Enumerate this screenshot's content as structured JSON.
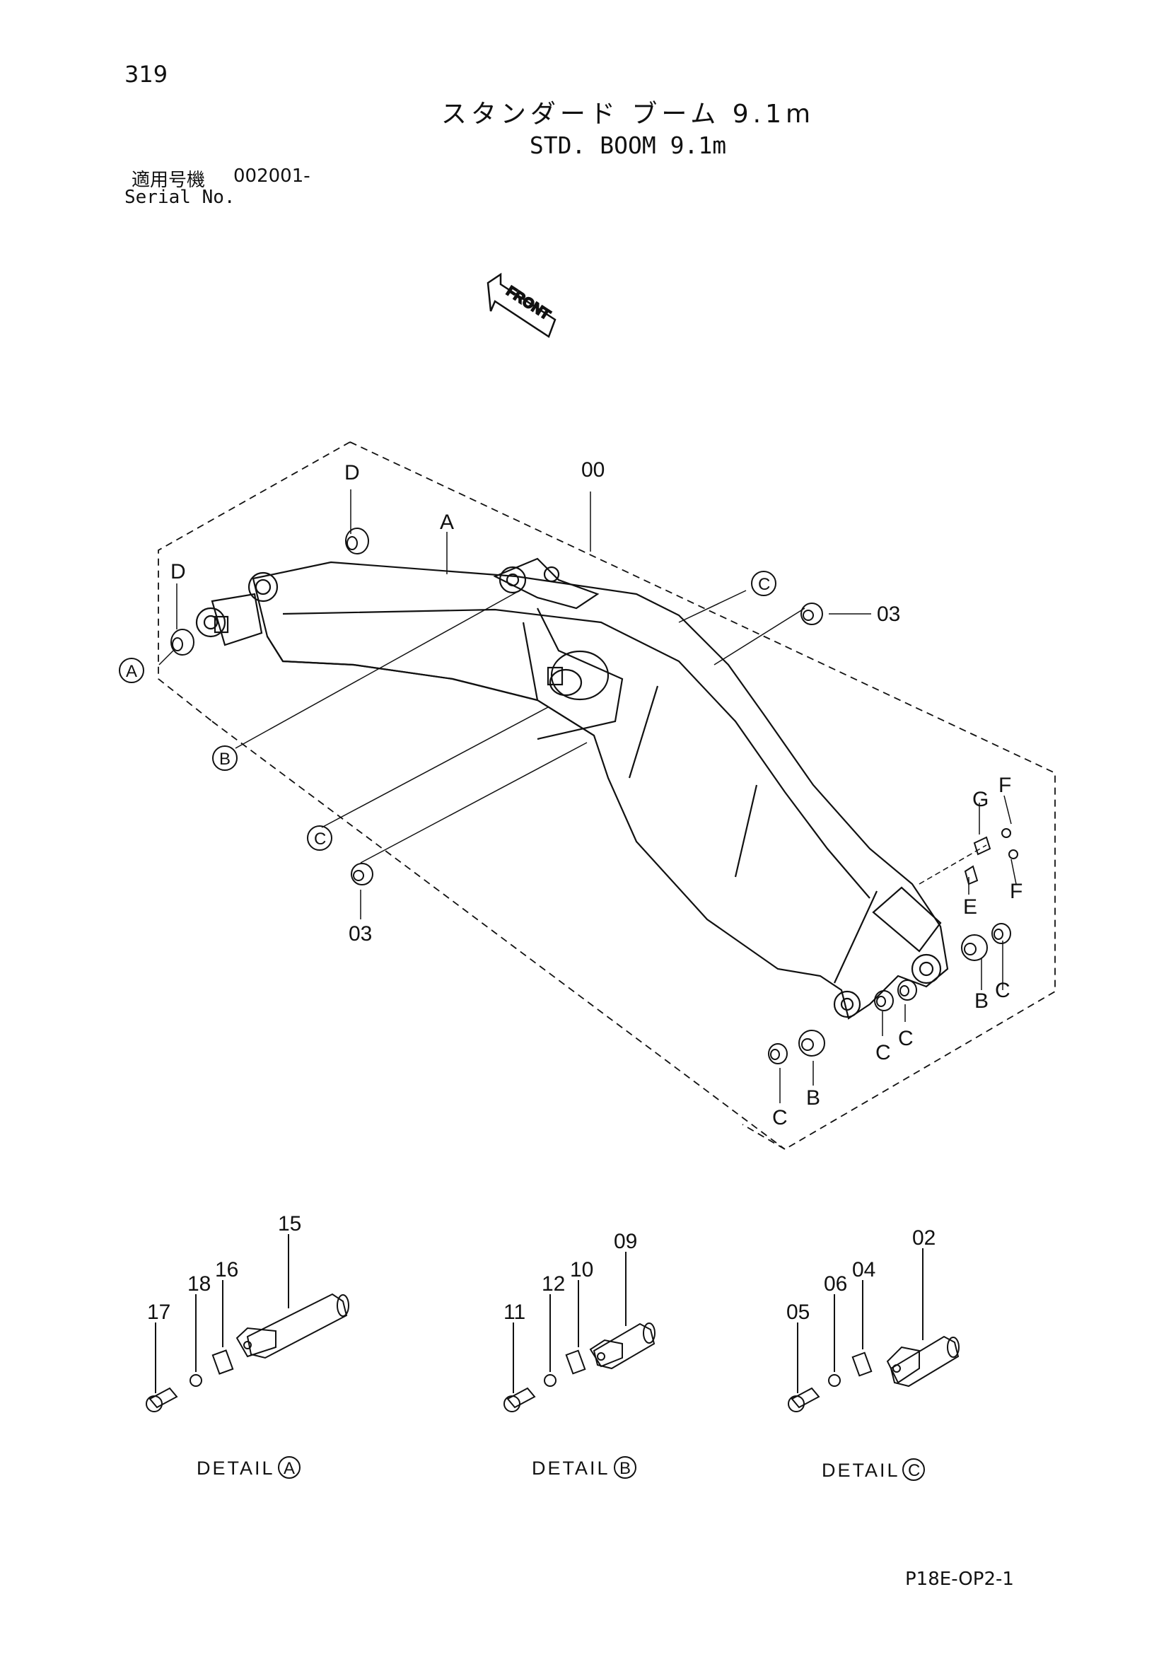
{
  "header": {
    "page_number": "319",
    "title_jp": "スタンダード ブーム 9.1m",
    "title_en": "STD. BOOM 9.1m",
    "serial_label_jp": "適用号機",
    "serial_value": "002001-",
    "serial_label_en": "Serial No."
  },
  "orientation": {
    "label": "FRONT",
    "icon": "arrow-icon"
  },
  "callouts": {
    "boom": "00",
    "pin_d_top": "D",
    "pin_d_left": "D",
    "part_a": "A",
    "collar_03_right": "03",
    "collar_03_left": "03",
    "ref_a": "A",
    "ref_b": "B",
    "ref_c_top": "C",
    "ref_c_mid": "C",
    "g": "G",
    "f_top": "F",
    "f_bottom": "F",
    "e": "E",
    "b_right": "B",
    "c_right1": "C",
    "c_right2": "C",
    "c_mid1": "C",
    "b_low": "B",
    "c_low": "C"
  },
  "details": [
    {
      "title": "DETAIL",
      "ref": "A",
      "parts": {
        "pin": "15",
        "plate": "16",
        "washer": "18",
        "bolt": "17"
      }
    },
    {
      "title": "DETAIL",
      "ref": "B",
      "parts": {
        "pin": "09",
        "plate": "10",
        "washer": "12",
        "bolt": "11"
      }
    },
    {
      "title": "DETAIL",
      "ref": "C",
      "parts": {
        "pin": "02",
        "plate": "04",
        "washer": "06",
        "bolt": "05"
      }
    }
  ],
  "footer": {
    "page_code": "P18E-OP2-1"
  }
}
